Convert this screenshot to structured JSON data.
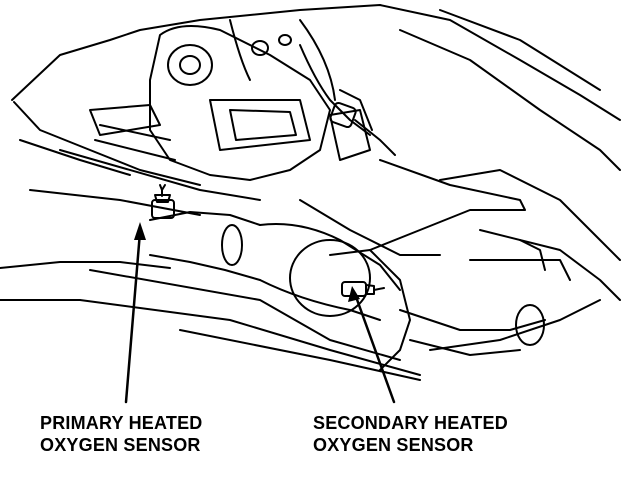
{
  "labels": {
    "primary": {
      "line1": "PRIMARY HEATED",
      "line2": "OXYGEN SENSOR"
    },
    "secondary": {
      "line1": "SECONDARY HEATED",
      "line2": "OXYGEN SENSOR"
    }
  },
  "colors": {
    "ink": "#000000",
    "paper": "#ffffff"
  }
}
